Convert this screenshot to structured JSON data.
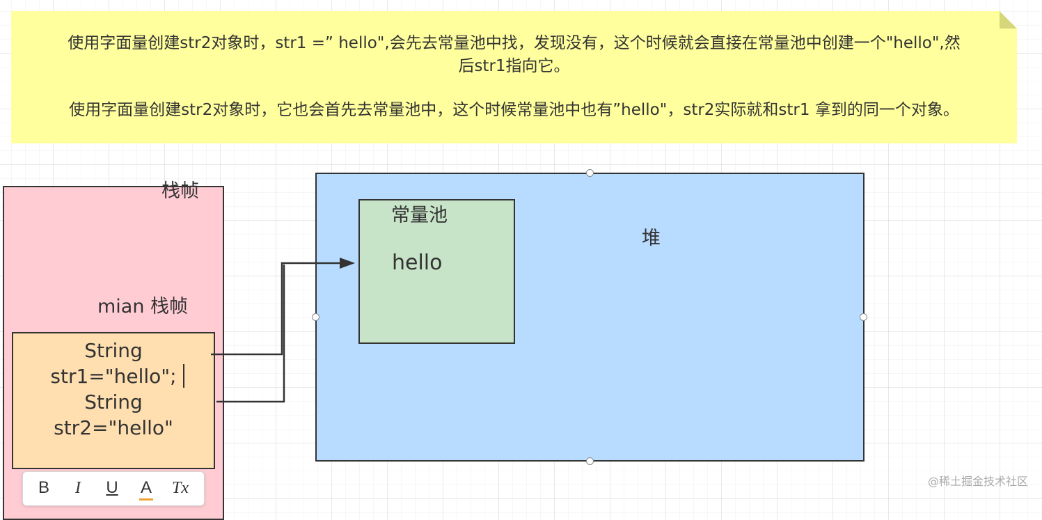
{
  "note": {
    "line1": "使用字面量创建str2对象时，str1 =” hello\",会先去常量池中找，发现没有，这个时候就会直接在常量池中创建一个\"hello\",然",
    "line2": "后str1指向它。",
    "line3": "使用字面量创建str2对象时，它也会首先去常量池中，这个时候常量池中也有”hello\"，str2实际就和str1 拿到的同一个对象。",
    "fill_color": "#ffff9e"
  },
  "stack": {
    "title": "栈帧",
    "main_frame_label": "mian 栈帧",
    "fill_color": "#ffccd4"
  },
  "variables": {
    "line1": "String",
    "line2": "str1=\"hello\";",
    "line3": "String",
    "line4": "str2=\"hello\"",
    "fill_color": "#ffdfb0"
  },
  "heap": {
    "label": "堆",
    "fill_color": "#b8dcff"
  },
  "constant_pool": {
    "title": "常量池",
    "value": "hello",
    "fill_color": "#c8e4c8"
  },
  "toolbar": {
    "bold": "B",
    "italic": "I",
    "underline": "U",
    "font_color": "A",
    "clear_format": "Tx"
  },
  "watermark": "@稀土掘金技术社区"
}
